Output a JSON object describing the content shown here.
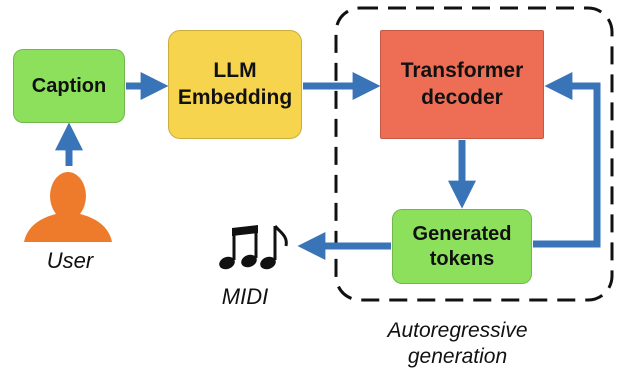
{
  "nodes": {
    "caption": "Caption",
    "llm_embedding": "LLM\nEmbedding",
    "transformer_decoder": "Transformer\ndecoder",
    "generated_tokens": "Generated\ntokens"
  },
  "labels": {
    "user": "User",
    "midi": "MIDI",
    "autoregressive": "Autoregressive\ngeneration"
  },
  "icons": {
    "user": "person-silhouette-icon",
    "midi": "music-notes-icon"
  },
  "colors": {
    "caption": "#8ce05c",
    "llm": "#f7d44d",
    "decoder": "#ee6e55",
    "tokens": "#8ce05c",
    "arrow": "#3a74b8",
    "user": "#ee7b2c"
  }
}
